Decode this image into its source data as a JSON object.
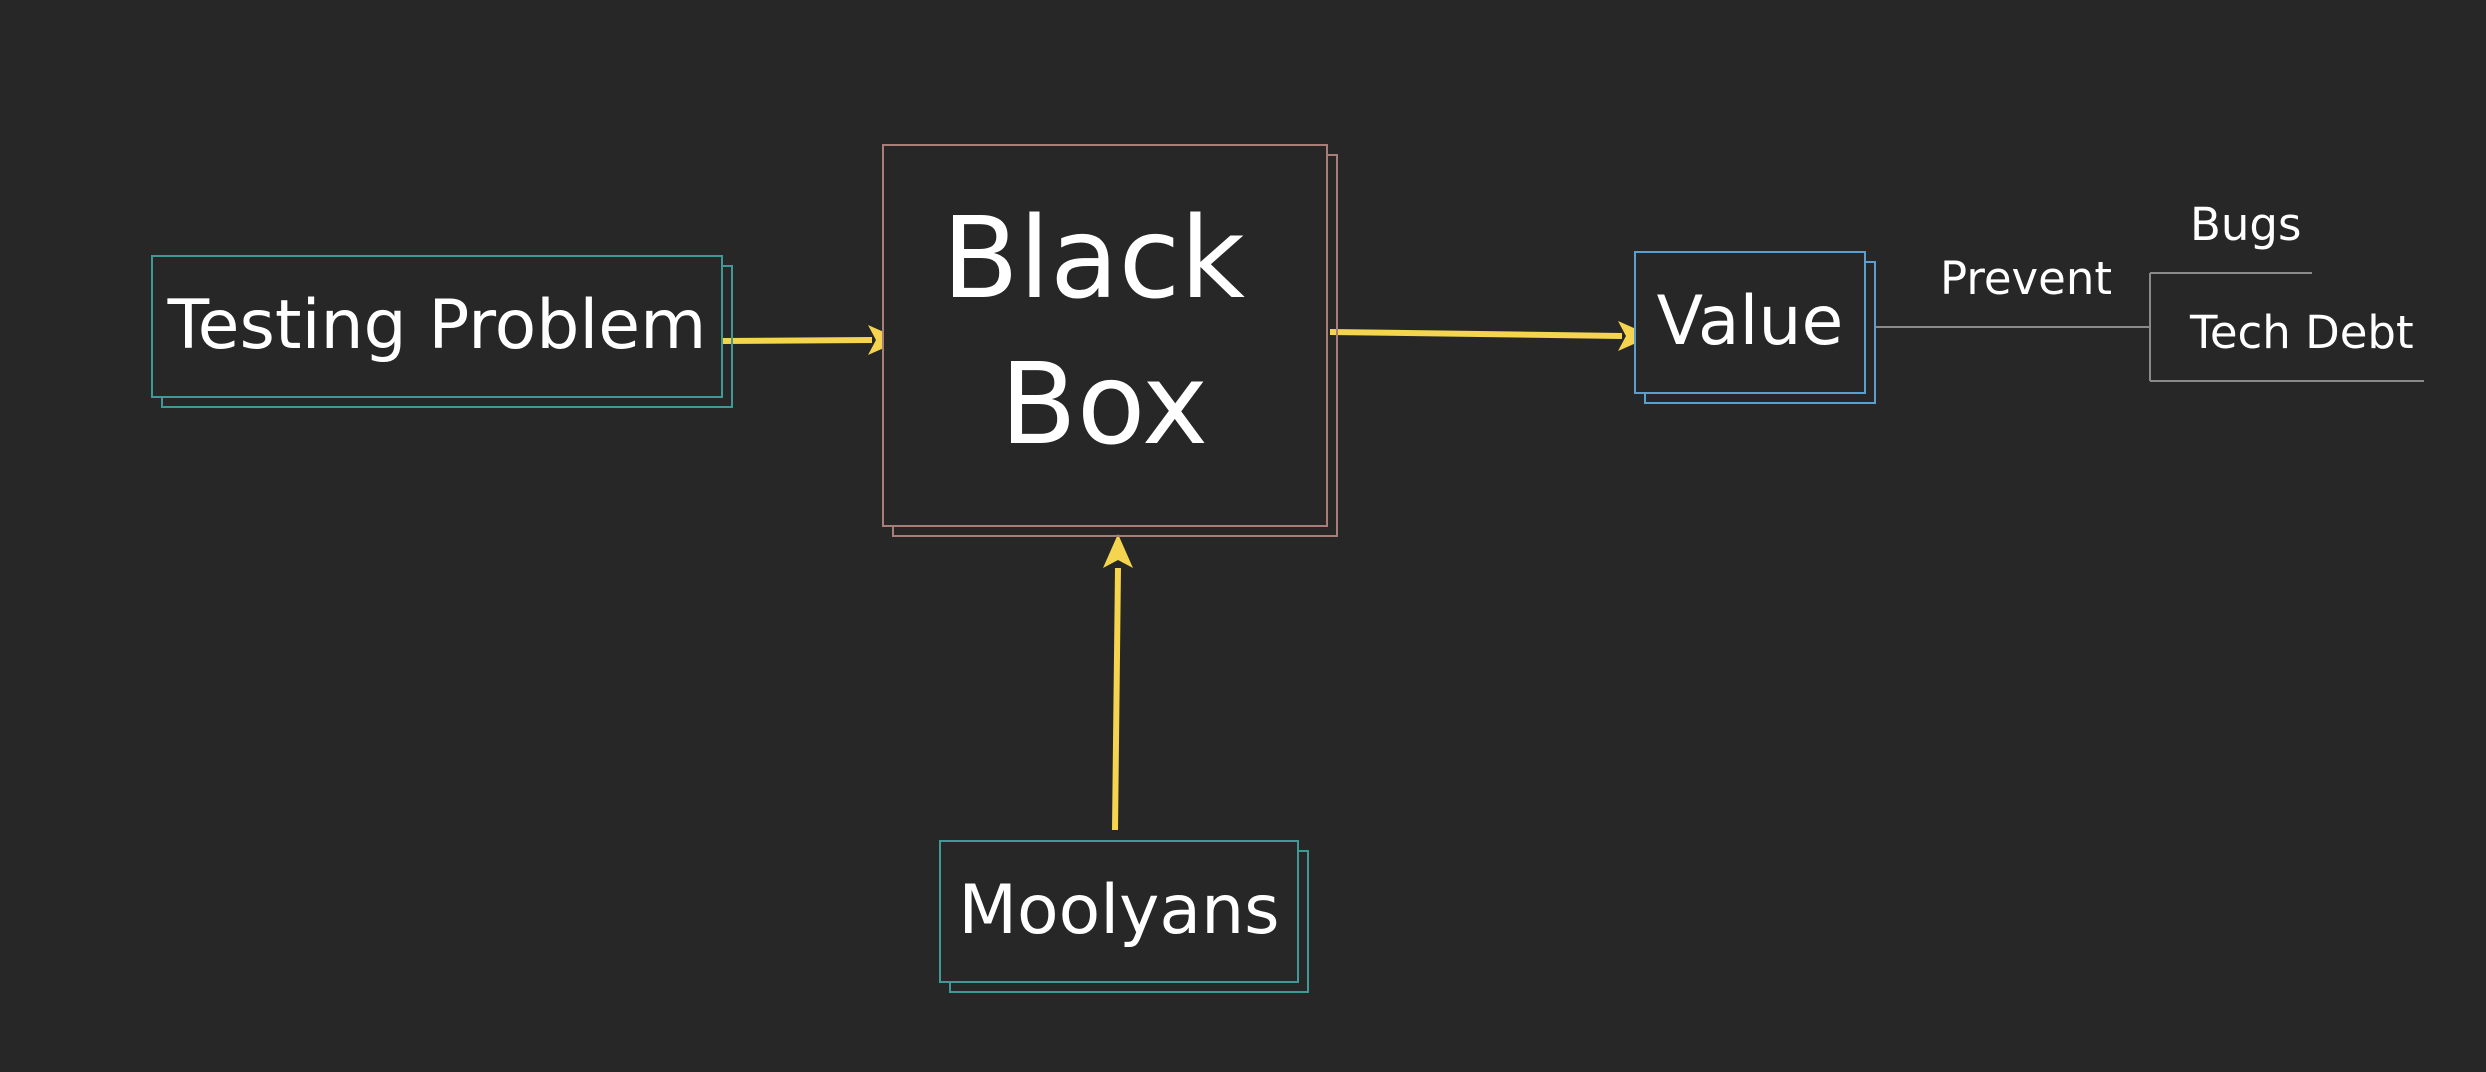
{
  "nodes": {
    "testing_problem": "Testing Problem",
    "black_box_line1": "Black",
    "black_box_line2": "Box",
    "moolyans": "Moolyans",
    "value": "Value"
  },
  "branch": {
    "verb": "Prevent",
    "items": [
      "Bugs",
      "Tech Debt"
    ]
  },
  "colors": {
    "background": "#272727",
    "arrow": "#f5d44f",
    "teal_border": "#3f9a97",
    "rose_border": "#a87f78",
    "blue_border": "#5b9fd1",
    "connector": "#8a8a8a"
  }
}
